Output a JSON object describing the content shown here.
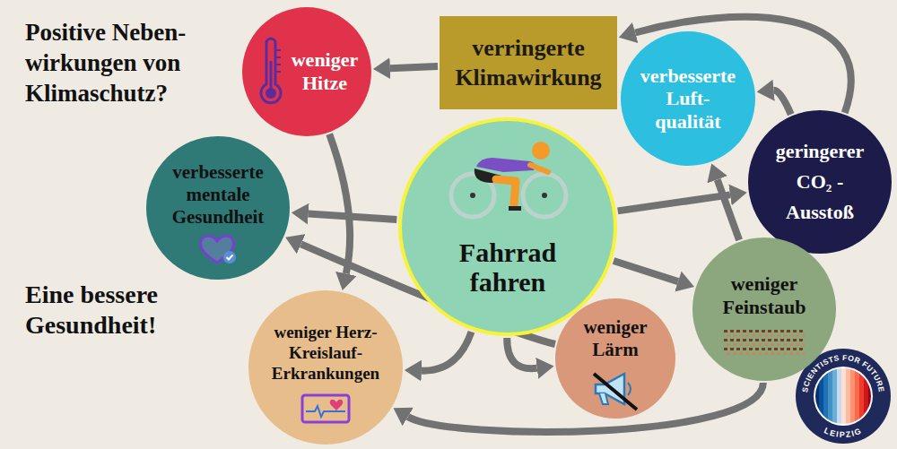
{
  "diagram": {
    "title": "Positive Neben- wirkungen von Klimaschutz?",
    "nodes": [
      {
        "text": [
          "weniger Hitze"
        ]
      },
      {
        "text": [
          "verringerte Klimawirkung"
        ]
      },
      {
        "text": [
          "verbesserte Luft- qualität"
        ]
      },
      {
        "text": [
          "geringerer CO₂ - Ausstoß"
        ]
      },
      {
        "text": [
          "verbesserte mentale Gesundheit"
        ]
      },
      {
        "text": [
          "Fahrrad fahren"
        ]
      },
      {
        "text": [
          "weniger Feinstaub"
        ]
      },
      {
        "text": [
          "weniger Herz- Kreislauf- Erkrankungen"
        ]
      },
      {
        "text": [
          "weniger Lärm"
        ]
      }
    ],
    "edges": [
      {
        "from": 5,
        "to": 4,
        "arrow": "to"
      },
      {
        "from": 5,
        "to": 3,
        "arrow": "to"
      },
      {
        "from": 5,
        "to": 6,
        "arrow": "to"
      },
      {
        "from": 5,
        "to": 8,
        "arrow": "to"
      },
      {
        "from": 5,
        "to": 7,
        "arrow": "to"
      },
      {
        "from": 3,
        "to": 2,
        "arrow": "to"
      },
      {
        "from": 3,
        "to": 1,
        "arrow": "to"
      },
      {
        "from": 1,
        "to": 0,
        "arrow": "to"
      },
      {
        "from": 0,
        "to": 7,
        "arrow": "to"
      },
      {
        "from": 6,
        "to": 2,
        "arrow": "to"
      },
      {
        "from": 6,
        "to": 7,
        "arrow": "to"
      },
      {
        "from": 8,
        "to": 4,
        "arrow": "to"
      }
    ],
    "labels": [
      "Eine bessere Gesundheit!",
      "SCIENTISTS FOR FUTURE",
      "LEIPZIG"
    ]
  }
}
